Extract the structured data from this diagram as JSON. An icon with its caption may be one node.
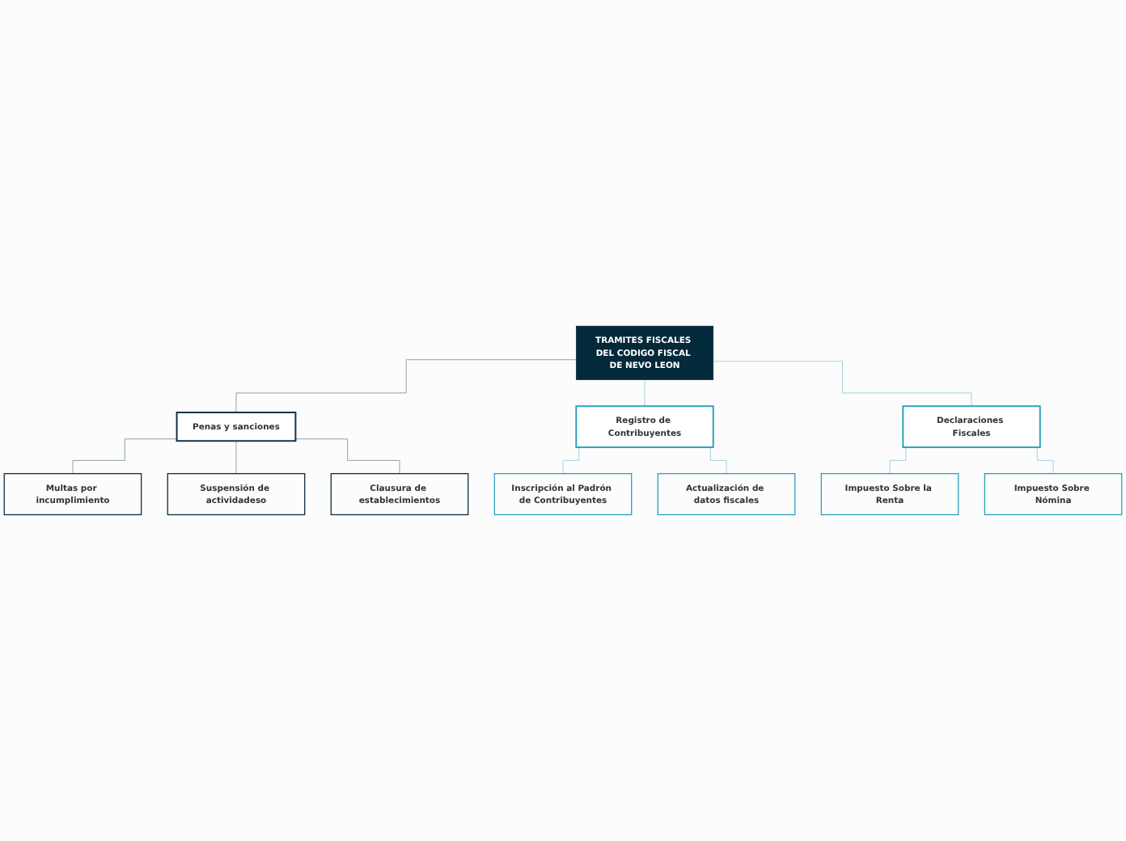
{
  "diagram": {
    "nodes": [
      {
        "text": [
          "TRAMITES FISCALES DEL CODIGO FISCAL DE NEVO LEON"
        ]
      },
      {
        "text": [
          "Penas y sanciones"
        ]
      },
      {
        "text": [
          "Multas por incumplimiento"
        ]
      },
      {
        "text": [
          "Suspensión de actividadeso"
        ]
      },
      {
        "text": [
          "Clausura de establecimientos"
        ]
      },
      {
        "text": [
          "Registro de Contribuyentes"
        ]
      },
      {
        "text": [
          "Inscripción al Padrón de Contribuyentes"
        ]
      },
      {
        "text": [
          "Actualización de datos fiscales"
        ]
      },
      {
        "text": [
          "Declaraciones Fiscales"
        ]
      },
      {
        "text": [
          "Impuesto Sobre la Renta"
        ]
      },
      {
        "text": [
          "Impuesto Sobre Nómina"
        ]
      }
    ],
    "edges": [
      {
        "from": 0,
        "to": 1,
        "arrow": "none",
        "color": "#8c9ea8"
      },
      {
        "from": 1,
        "to": 2,
        "arrow": "none",
        "color": "#8c9ea8"
      },
      {
        "from": 1,
        "to": 3,
        "arrow": "none",
        "color": "#8c9ea8"
      },
      {
        "from": 1,
        "to": 4,
        "arrow": "none",
        "color": "#8c9ea8"
      },
      {
        "from": 0,
        "to": 5,
        "arrow": "none"
      },
      {
        "from": 5,
        "to": 6,
        "arrow": "none"
      },
      {
        "from": 5,
        "to": 7,
        "arrow": "none"
      },
      {
        "from": 0,
        "to": 8,
        "arrow": "none"
      },
      {
        "from": 8,
        "to": 9,
        "arrow": "none"
      },
      {
        "from": 8,
        "to": 10,
        "arrow": "none"
      }
    ]
  }
}
